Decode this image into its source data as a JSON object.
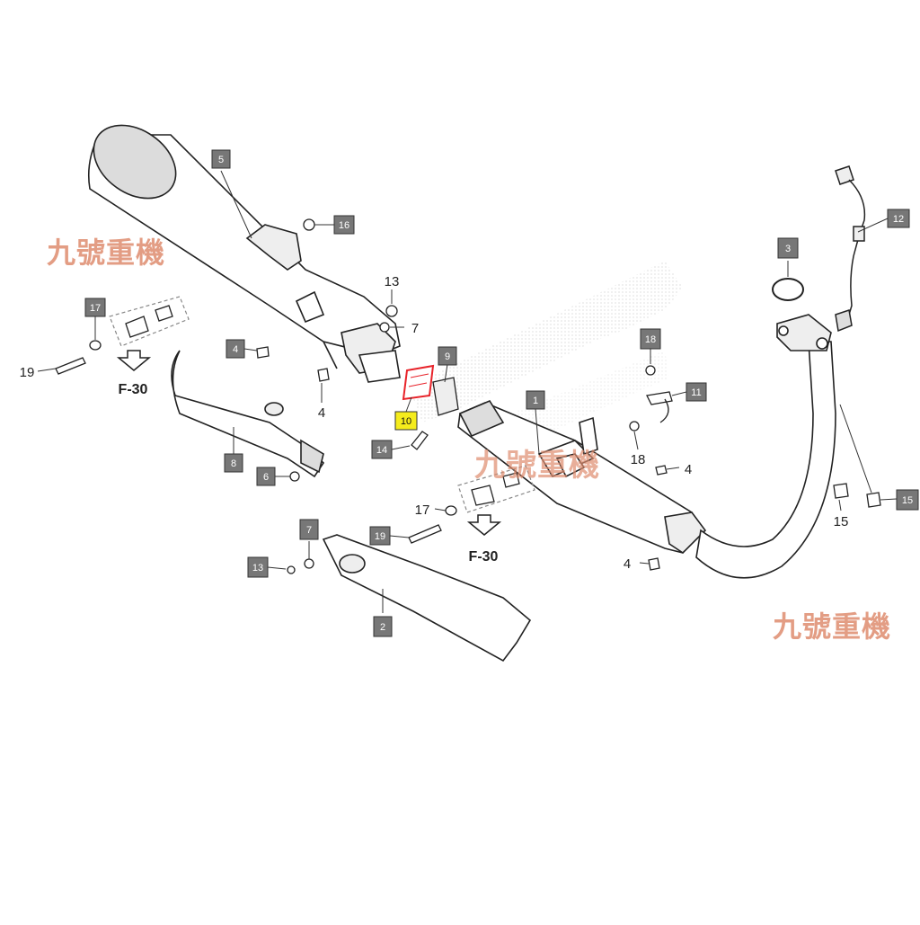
{
  "diagram": {
    "watermark_text": "九號重機",
    "reference_label": "F-30",
    "highlight_color": "#e8232a",
    "boxed_callouts": [
      {
        "id": "c5",
        "text": "5"
      },
      {
        "id": "c16",
        "text": "16"
      },
      {
        "id": "c17a",
        "text": "17"
      },
      {
        "id": "c4a",
        "text": "4"
      },
      {
        "id": "c8",
        "text": "8"
      },
      {
        "id": "c6",
        "text": "6"
      },
      {
        "id": "c9",
        "text": "9"
      },
      {
        "id": "c10",
        "text": "10",
        "highlight": true
      },
      {
        "id": "c14",
        "text": "14"
      },
      {
        "id": "c1",
        "text": "1"
      },
      {
        "id": "c3",
        "text": "3"
      },
      {
        "id": "c12",
        "text": "12"
      },
      {
        "id": "c18",
        "text": "18"
      },
      {
        "id": "c11",
        "text": "11"
      },
      {
        "id": "c15a",
        "text": "15"
      },
      {
        "id": "c19b",
        "text": "19"
      },
      {
        "id": "c7b",
        "text": "7"
      },
      {
        "id": "c13b",
        "text": "13"
      },
      {
        "id": "c2",
        "text": "2"
      }
    ],
    "plain_callouts": [
      {
        "id": "p13",
        "text": "13"
      },
      {
        "id": "p7",
        "text": "7"
      },
      {
        "id": "p19",
        "text": "19"
      },
      {
        "id": "p4a",
        "text": "4"
      },
      {
        "id": "p17",
        "text": "17"
      },
      {
        "id": "p18",
        "text": "18"
      },
      {
        "id": "p4b",
        "text": "4"
      },
      {
        "id": "p15",
        "text": "15"
      },
      {
        "id": "p4c",
        "text": "4"
      }
    ]
  }
}
